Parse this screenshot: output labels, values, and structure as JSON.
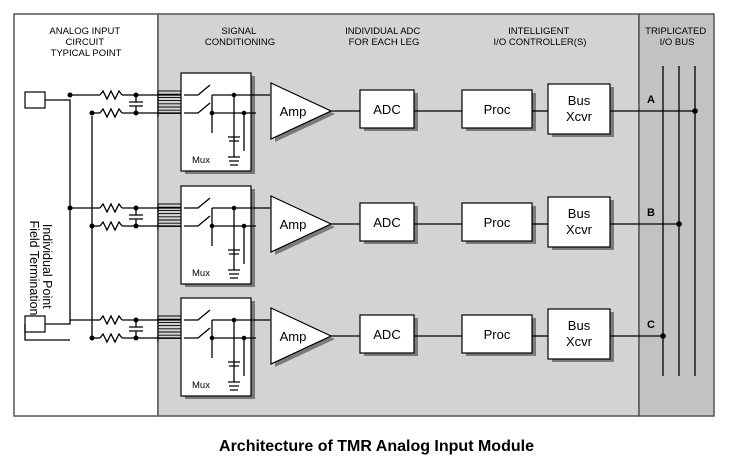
{
  "headers": {
    "analog_input": [
      "ANALOG INPUT",
      "CIRCUIT",
      "TYPICAL POINT"
    ],
    "signal_conditioning": [
      "SIGNAL",
      "CONDITIONING"
    ],
    "individual_adc": [
      "INDIVIDUAL ADC",
      "FOR EACH LEG"
    ],
    "intelligent_io": [
      "INTELLIGENT",
      "I/O CONTROLLER(S)"
    ],
    "triplicated_bus": [
      "TRIPLICATED",
      "I/O BUS"
    ]
  },
  "field_termination": [
    "Individual Point",
    "Field Termination"
  ],
  "legs": [
    {
      "mux": "Mux",
      "amp": "Amp",
      "adc": "ADC",
      "proc": "Proc",
      "xcvr": [
        "Bus",
        "Xcvr"
      ],
      "bus_label": "A"
    },
    {
      "mux": "Mux",
      "amp": "Amp",
      "adc": "ADC",
      "proc": "Proc",
      "xcvr": [
        "Bus",
        "Xcvr"
      ],
      "bus_label": "B"
    },
    {
      "mux": "Mux",
      "amp": "Amp",
      "adc": "ADC",
      "proc": "Proc",
      "xcvr": [
        "Bus",
        "Xcvr"
      ],
      "bus_label": "C"
    }
  ],
  "caption": "Architecture of TMR Analog Input Module",
  "colors": {
    "panel_gray": "#d3d3d3",
    "bus_panel_gray": "#c2c2c2",
    "border": "#555555",
    "shadow": "#7a7a7a"
  }
}
